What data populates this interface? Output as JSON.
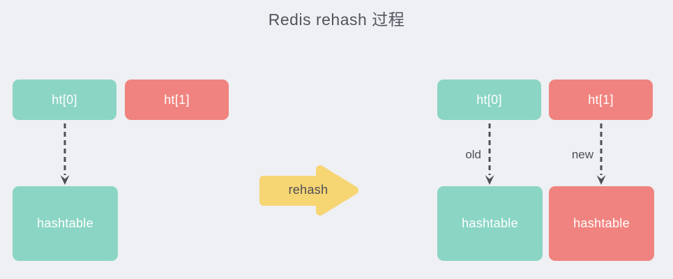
{
  "title": "Redis rehash 过程",
  "before": {
    "ht0_label": "ht[0]",
    "ht1_label": "ht[1]",
    "hashtable_label": "hashtable"
  },
  "transition": {
    "label": "rehash"
  },
  "after": {
    "ht0_label": "ht[0]",
    "ht1_label": "ht[1]",
    "old_edge_label": "old",
    "new_edge_label": "new",
    "old_hashtable_label": "hashtable",
    "new_hashtable_label": "hashtable"
  },
  "colors": {
    "background": "#eef0f3",
    "node_teal": "#8bd5c4",
    "node_red": "#f0837f",
    "arrow_yellow": "#f6d573",
    "edge_dark": "#4e4e57",
    "node_text": "#ffffff",
    "title_text": "#53535d"
  }
}
